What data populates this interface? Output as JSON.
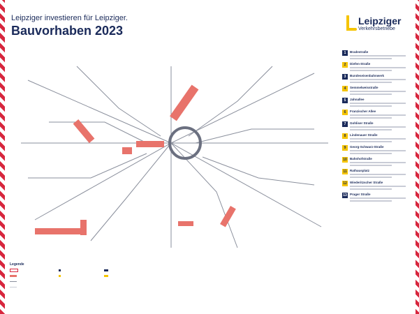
{
  "header": {
    "subtitle": "Leipziger investieren für Leipziger.",
    "title": "Bauvorhaben 2023"
  },
  "logo": {
    "name": "Leipziger",
    "company": "Verkehrsbetriebe",
    "color": "#f5c400"
  },
  "colors": {
    "line": "#8a8f9c",
    "construction": "#e8736b",
    "construction_dark": "#d7263d",
    "accent": "#f5c400",
    "navy": "#1a2a5a"
  },
  "panel": {
    "entries": [
      {
        "num": "1",
        "style": "b",
        "title": "Bradestraße"
      },
      {
        "num": "2",
        "style": "y",
        "title": "Diefen-Straße"
      },
      {
        "num": "3",
        "style": "b",
        "title": "Bundeseisenbahnwerk"
      },
      {
        "num": "4",
        "style": "y",
        "title": "Semmelweisstraße"
      },
      {
        "num": "5",
        "style": "b",
        "title": "Jahnallee"
      },
      {
        "num": "6",
        "style": "y",
        "title": "Franzischer Allee"
      },
      {
        "num": "7",
        "style": "b",
        "title": "Gohliser Straße"
      },
      {
        "num": "8",
        "style": "y",
        "title": "Lindenauer Straße"
      },
      {
        "num": "9",
        "style": "y",
        "title": "Georg-Schwarz-Straße"
      },
      {
        "num": "10",
        "style": "y",
        "title": "Bahnhofstraße"
      },
      {
        "num": "11",
        "style": "y",
        "title": "Rathausplatz"
      },
      {
        "num": "12",
        "style": "y",
        "title": "Wiederitzscher Straße"
      },
      {
        "num": "13",
        "style": "b",
        "title": "Prager Straße"
      }
    ]
  },
  "legend": {
    "title": "Legende"
  }
}
